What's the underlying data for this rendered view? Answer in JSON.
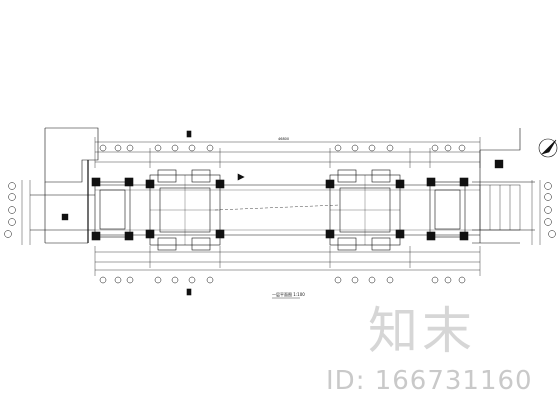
{
  "drawing": {
    "title_caption": "一层平面图 1:100",
    "dimension_total": "46800"
  },
  "watermark": {
    "logo_text": "知末",
    "id_text": "ID: 166731160"
  },
  "colors": {
    "line": "#111111",
    "watermark": "#d0d0d0",
    "background": "#ffffff"
  }
}
